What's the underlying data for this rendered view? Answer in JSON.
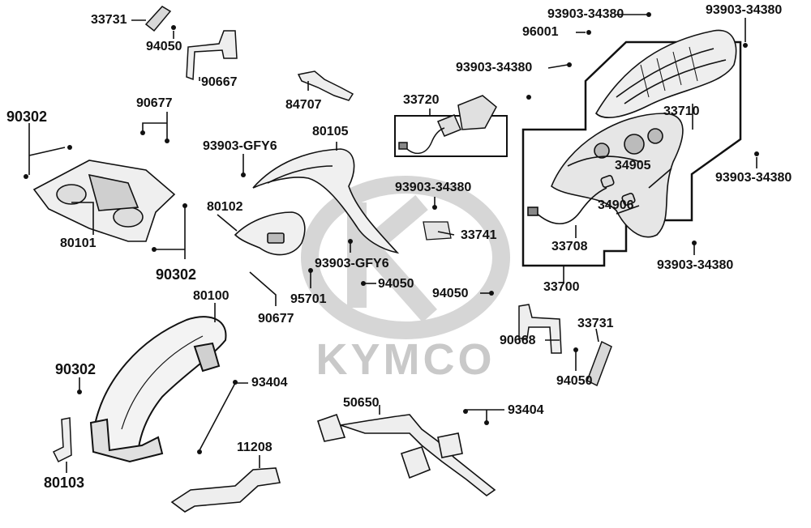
{
  "watermark": {
    "brand": "KYMCO",
    "color": "#c8c8c8"
  },
  "colors": {
    "line": "#111111",
    "part_fill": "#f2f2f2",
    "shade": "#555555"
  },
  "parts": [
    {
      "id": "p33731a",
      "label": "33731"
    },
    {
      "id": "p94050a",
      "label": "94050"
    },
    {
      "id": "p90667",
      "label": "90667"
    },
    {
      "id": "p90302a",
      "label": "90302"
    },
    {
      "id": "p90677a",
      "label": "90677"
    },
    {
      "id": "p84707",
      "label": "84707"
    },
    {
      "id": "p33720",
      "label": "33720"
    },
    {
      "id": "p80105",
      "label": "80105"
    },
    {
      "id": "p93903gfy6a",
      "label": "93903-GFY6"
    },
    {
      "id": "p80102",
      "label": "80102"
    },
    {
      "id": "p80101",
      "label": "80101"
    },
    {
      "id": "p90302b",
      "label": "90302"
    },
    {
      "id": "p93903gfy6b",
      "label": "93903-GFY6"
    },
    {
      "id": "p94050b",
      "label": "94050"
    },
    {
      "id": "p95701",
      "label": "95701"
    },
    {
      "id": "p90677b",
      "label": "90677"
    },
    {
      "id": "p80100",
      "label": "80100"
    },
    {
      "id": "p93903_34380a",
      "label": "93903-34380"
    },
    {
      "id": "p96001",
      "label": "96001"
    },
    {
      "id": "p93903_34380b",
      "label": "93903-34380"
    },
    {
      "id": "p93903_34380c",
      "label": "93903-34380"
    },
    {
      "id": "p33710",
      "label": "33710"
    },
    {
      "id": "p34905",
      "label": "34905"
    },
    {
      "id": "p93903_34380d",
      "label": "93903-34380"
    },
    {
      "id": "p93903_34380e",
      "label": "93903-34380"
    },
    {
      "id": "p34906",
      "label": "34906"
    },
    {
      "id": "p33741",
      "label": "33741"
    },
    {
      "id": "p33708",
      "label": "33708"
    },
    {
      "id": "p93903_34380f",
      "label": "93903-34380"
    },
    {
      "id": "p33700",
      "label": "33700"
    },
    {
      "id": "p94050c",
      "label": "94050"
    },
    {
      "id": "p33731b",
      "label": "33731"
    },
    {
      "id": "p90668",
      "label": "90668"
    },
    {
      "id": "p94050d",
      "label": "94050"
    },
    {
      "id": "p90302c",
      "label": "90302"
    },
    {
      "id": "p93404a",
      "label": "93404"
    },
    {
      "id": "p50650",
      "label": "50650"
    },
    {
      "id": "p93404b",
      "label": "93404"
    },
    {
      "id": "p11208",
      "label": "11208"
    },
    {
      "id": "p80103",
      "label": "80103"
    }
  ]
}
